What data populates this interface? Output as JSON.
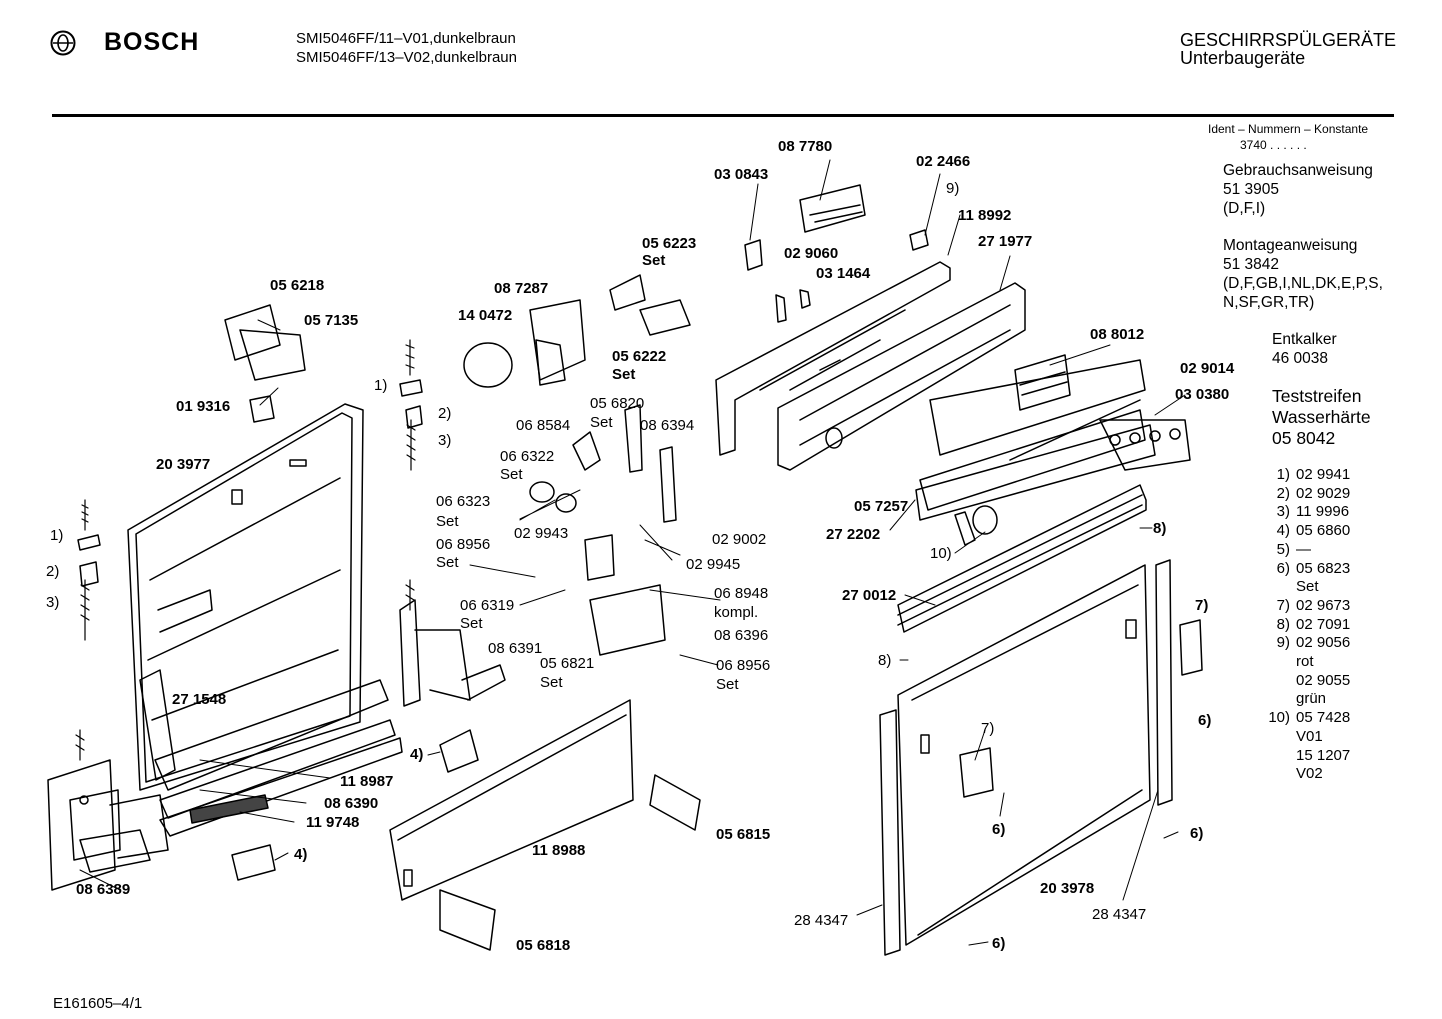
{
  "header": {
    "brand": "BOSCH",
    "models": [
      "SMI5046FF/11–V01,dunkelbraun",
      "SMI5046FF/13–V02,dunkelbraun"
    ],
    "category": [
      "GESCHIRRSPÜLGERÄTE",
      "Unterbaugeräte"
    ]
  },
  "sidebar": {
    "ident_title": "Ident – Nummern – Konstante",
    "ident_value": "3740 . .  . . . .",
    "blocks": [
      {
        "lines": [
          "Gebrauchsanweisung",
          "51 3905",
          "(D,F,I)"
        ]
      },
      {
        "lines": [
          "Montageanweisung",
          "51 3842",
          "(D,F,GB,I,NL,DK,E,P,S,",
          "N,SF,GR,TR)"
        ]
      },
      {
        "lines": [
          "Entkalker",
          "46 0038"
        ]
      },
      {
        "lines": [
          "Teststreifen",
          "Wasserhärte",
          "05 8042"
        ]
      }
    ],
    "legend": [
      {
        "k": "1)",
        "v": "02 9941"
      },
      {
        "k": "2)",
        "v": "02 9029"
      },
      {
        "k": "3)",
        "v": "11 9996"
      },
      {
        "k": "4)",
        "v": "05 6860"
      },
      {
        "k": "5)",
        "v": "—"
      },
      {
        "k": "6)",
        "v": "05 6823"
      },
      {
        "k": "",
        "v": "Set"
      },
      {
        "k": "7)",
        "v": "02 9673"
      },
      {
        "k": "8)",
        "v": "02 7091"
      },
      {
        "k": "9)",
        "v": "02 9056"
      },
      {
        "k": "",
        "v": "rot"
      },
      {
        "k": "",
        "v": "02 9055"
      },
      {
        "k": "",
        "v": "grün"
      },
      {
        "k": "10)",
        "v": "05 7428"
      },
      {
        "k": "",
        "v": "V01"
      },
      {
        "k": "",
        "v": "15 1207"
      },
      {
        "k": "",
        "v": "V02"
      }
    ]
  },
  "footer": {
    "code": "E161605–4/1"
  },
  "labels": [
    {
      "t": "08 7780",
      "b": true
    },
    {
      "t": "03 0843",
      "b": true
    },
    {
      "t": "02 2466",
      "b": true
    },
    {
      "t": "9)",
      "b": false
    },
    {
      "t": "11 8992",
      "b": true
    },
    {
      "t": "27 1977",
      "b": true
    },
    {
      "t": "05 6223",
      "b": true
    },
    {
      "t": "Set",
      "b": true
    },
    {
      "t": "02 9060",
      "b": true
    },
    {
      "t": "03 1464",
      "b": true
    },
    {
      "t": "05 6218",
      "b": true
    },
    {
      "t": "08 7287",
      "b": true
    },
    {
      "t": "05 7135",
      "b": true
    },
    {
      "t": "14 0472",
      "b": true
    },
    {
      "t": "05 6222",
      "b": true
    },
    {
      "t": "Set",
      "b": true
    },
    {
      "t": "08 8012",
      "b": true
    },
    {
      "t": "02 9014",
      "b": true
    },
    {
      "t": "03 0380",
      "b": true
    },
    {
      "t": "1)",
      "b": false
    },
    {
      "t": "2)",
      "b": false
    },
    {
      "t": "3)",
      "b": false
    },
    {
      "t": "01 9316",
      "b": true
    },
    {
      "t": "05 6820",
      "b": false
    },
    {
      "t": "Set",
      "b": false
    },
    {
      "t": "06 8584",
      "b": false
    },
    {
      "t": "08 6394",
      "b": false
    },
    {
      "t": "20 3977",
      "b": true
    },
    {
      "t": "06 6322",
      "b": false
    },
    {
      "t": "Set",
      "b": false
    },
    {
      "t": "06 6323",
      "b": false
    },
    {
      "t": "Set",
      "b": false
    },
    {
      "t": "05 7257",
      "b": true
    },
    {
      "t": "27 2202",
      "b": true
    },
    {
      "t": "02 9943",
      "b": false
    },
    {
      "t": "02 9002",
      "b": false
    },
    {
      "t": "1)",
      "b": false
    },
    {
      "t": "06 8956",
      "b": false
    },
    {
      "t": "Set",
      "b": false
    },
    {
      "t": "02 9945",
      "b": false
    },
    {
      "t": "8)",
      "b": true
    },
    {
      "t": "10)",
      "b": false
    },
    {
      "t": "2)",
      "b": false
    },
    {
      "t": "3)",
      "b": false
    },
    {
      "t": "06 8948",
      "b": false
    },
    {
      "t": "kompl.",
      "b": false
    },
    {
      "t": "27 0012",
      "b": true
    },
    {
      "t": "06 6319",
      "b": false
    },
    {
      "t": "Set",
      "b": false
    },
    {
      "t": "08 6396",
      "b": false
    },
    {
      "t": "7)",
      "b": true
    },
    {
      "t": "08 6391",
      "b": false
    },
    {
      "t": "05 6821",
      "b": false
    },
    {
      "t": "Set",
      "b": false
    },
    {
      "t": "06 8956",
      "b": false
    },
    {
      "t": "Set",
      "b": false
    },
    {
      "t": "8)",
      "b": false
    },
    {
      "t": "27 1548",
      "b": true
    },
    {
      "t": "6)",
      "b": true
    },
    {
      "t": "4)",
      "b": true
    },
    {
      "t": "7)",
      "b": false
    },
    {
      "t": "11 8987",
      "b": true
    },
    {
      "t": "08 6390",
      "b": true
    },
    {
      "t": "11 9748",
      "b": true
    },
    {
      "t": "6)",
      "b": true
    },
    {
      "t": "6)",
      "b": true
    },
    {
      "t": "05 6815",
      "b": true
    },
    {
      "t": "11 8988",
      "b": true
    },
    {
      "t": "4)",
      "b": true
    },
    {
      "t": "20 3978",
      "b": true
    },
    {
      "t": "08 6389",
      "b": true
    },
    {
      "t": "28 4347",
      "b": false
    },
    {
      "t": "28 4347",
      "b": false
    },
    {
      "t": "05 6818",
      "b": true
    },
    {
      "t": "6)",
      "b": true
    }
  ]
}
